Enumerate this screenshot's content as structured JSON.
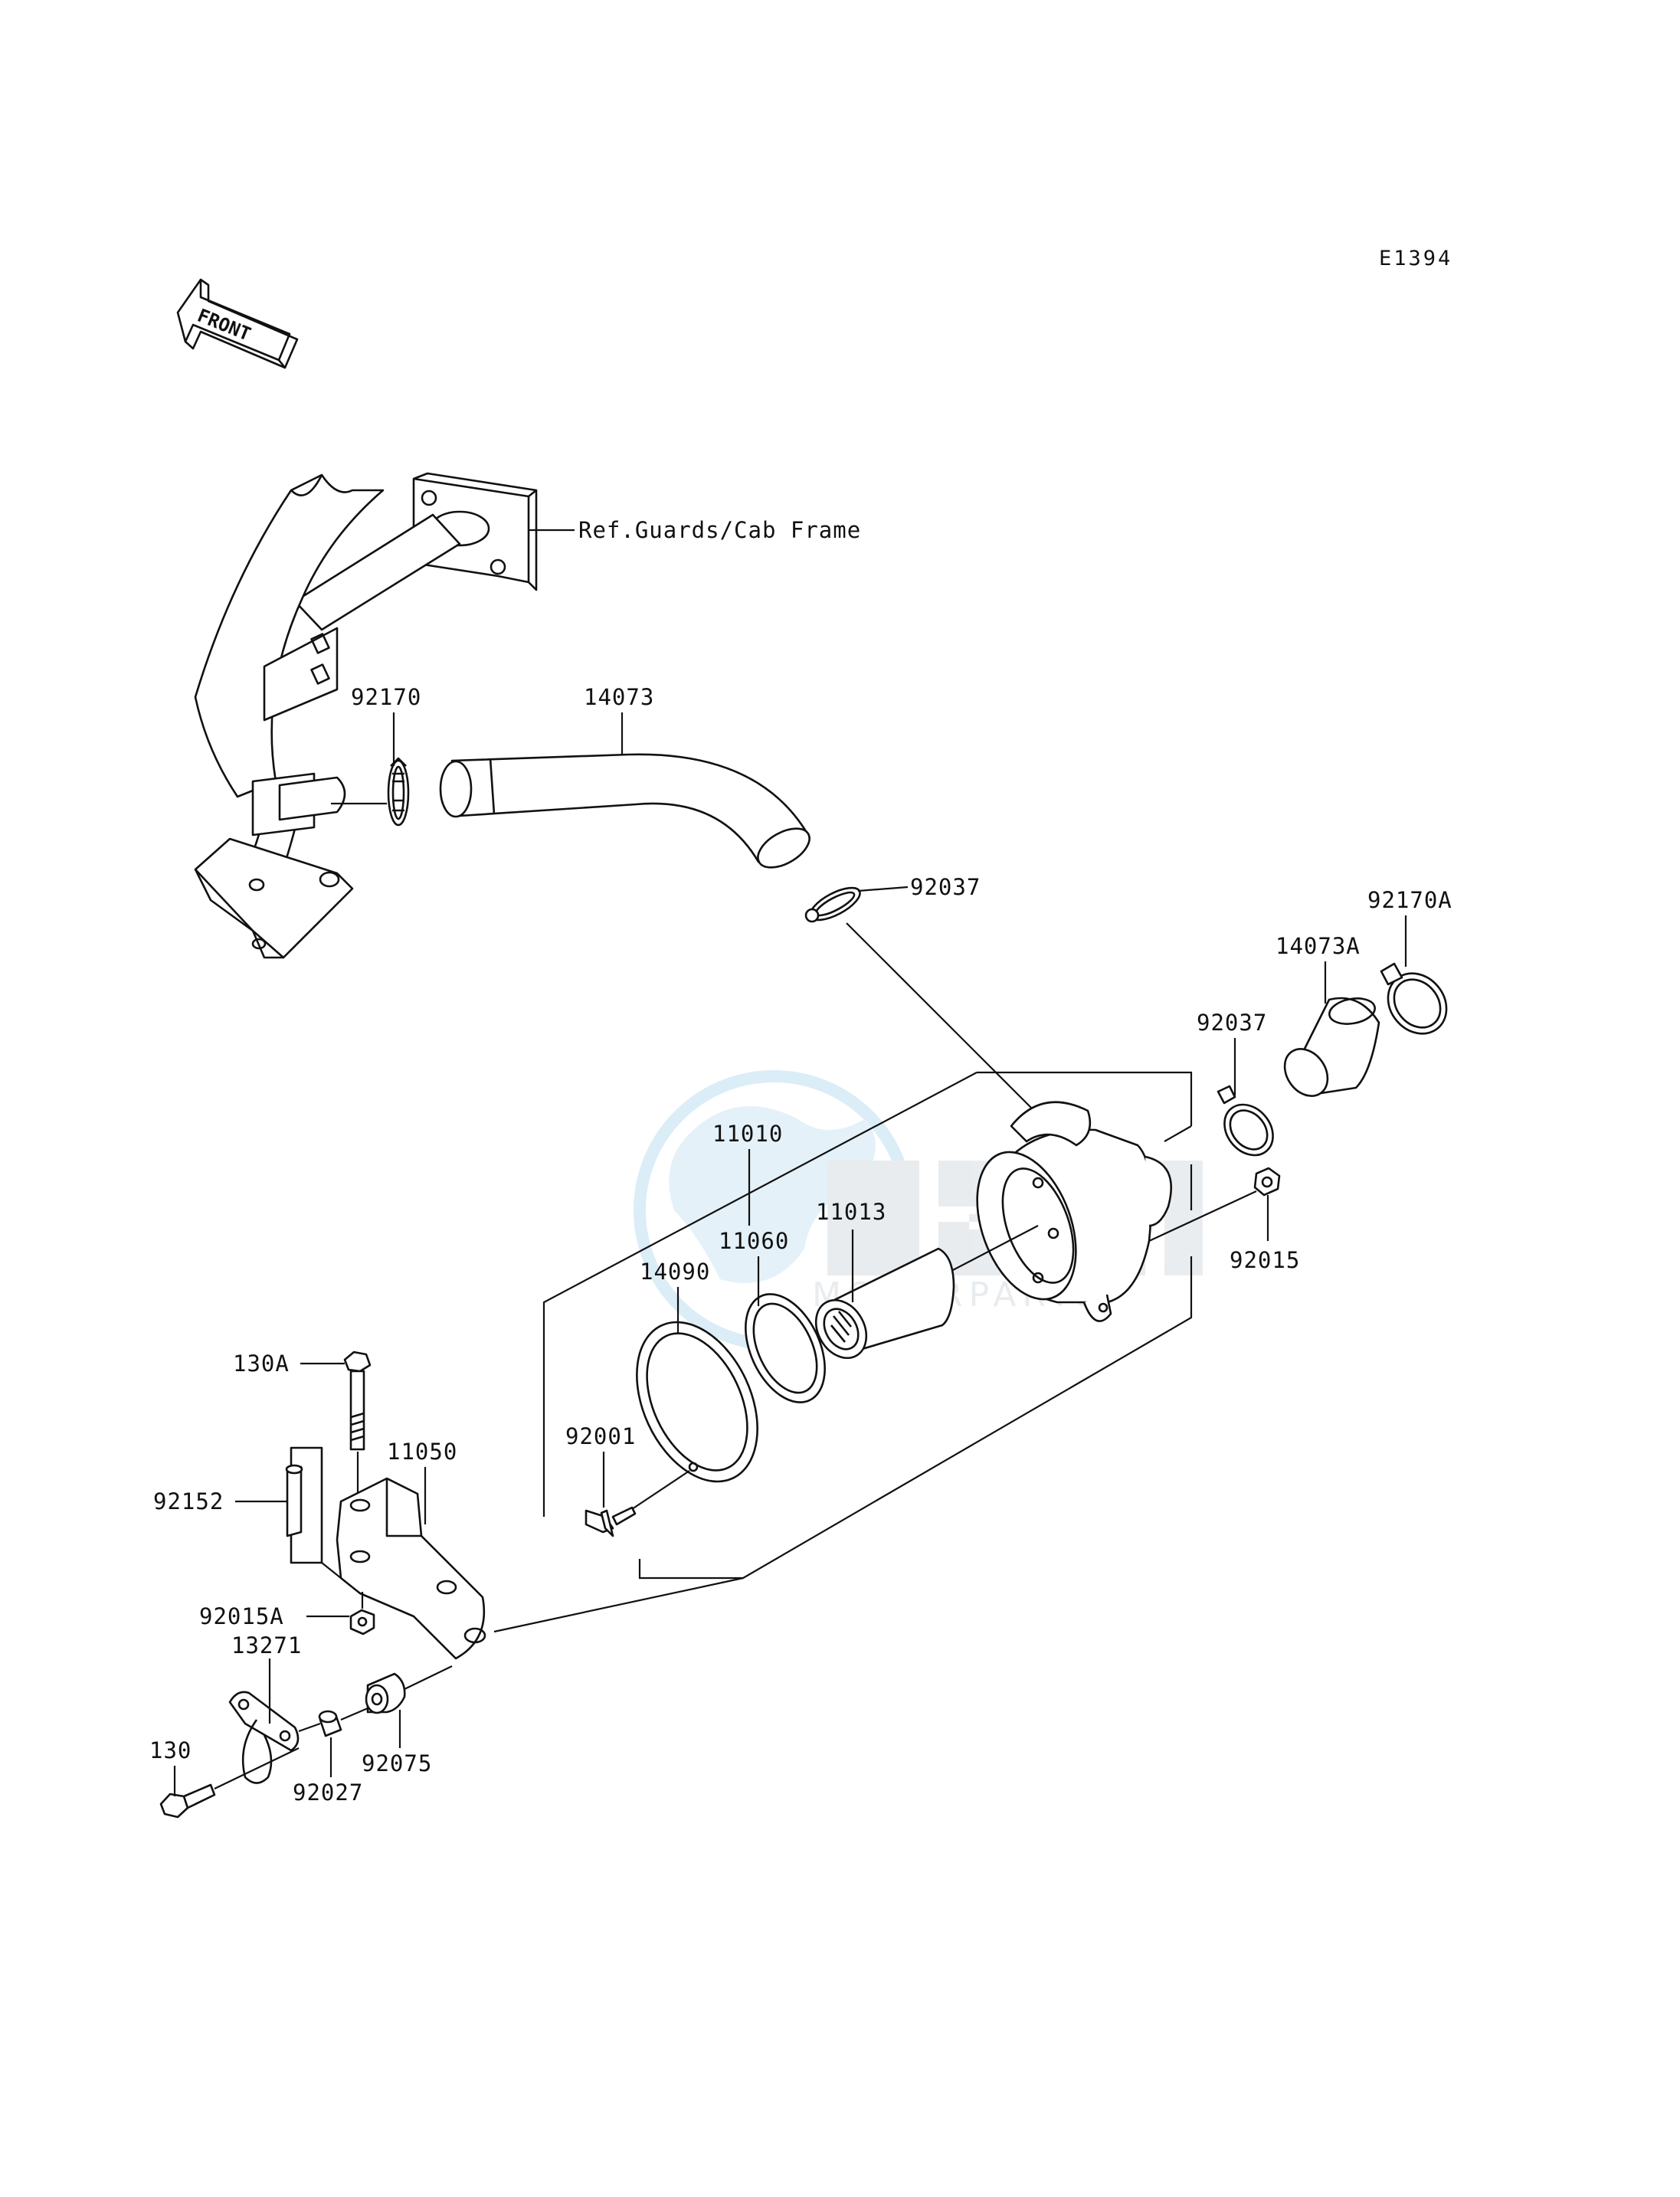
{
  "diagram_code": "E1394",
  "front_arrow_label": "FRONT",
  "reference_note": "Ref.Guards/Cab Frame",
  "watermark": {
    "logo": "OSM",
    "tagline": "MOTORPARTS",
    "colors": {
      "globe": "#cfe6f4",
      "text": "#dde3e8"
    }
  },
  "part_labels": {
    "p92170": "92170",
    "p14073": "14073",
    "p92037_upper": "92037",
    "p92170A": "92170A",
    "p14073A": "14073A",
    "p92037_right": "92037",
    "p11010": "11010",
    "p11013": "11013",
    "p11060": "11060",
    "p14090": "14090",
    "p92015": "92015",
    "p130A": "130A",
    "p11050": "11050",
    "p92152": "92152",
    "p92001": "92001",
    "p92015A": "92015A",
    "p13271": "13271",
    "p130": "130",
    "p92027": "92027",
    "p92075": "92075"
  }
}
